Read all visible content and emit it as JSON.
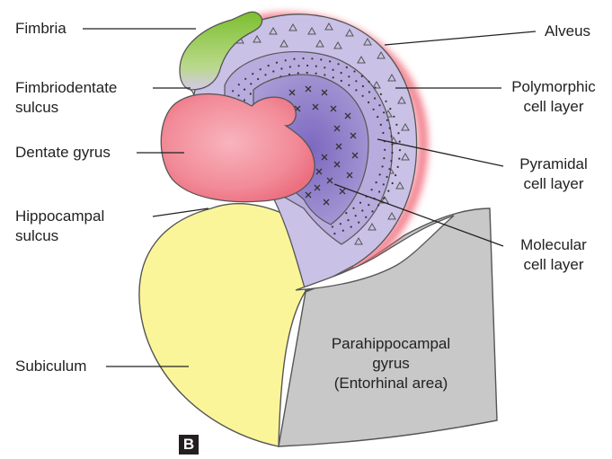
{
  "labels": {
    "fimbria": "Fimbria",
    "fimbriodentate_1": "Fimbriodentate",
    "fimbriodentate_2": "sulcus",
    "dentate_gyrus": "Dentate gyrus",
    "hippocampal_1": "Hippocampal",
    "hippocampal_2": "sulcus",
    "subiculum": "Subiculum",
    "alveus": "Alveus",
    "polymorphic_1": "Polymorphic",
    "polymorphic_2": "cell layer",
    "pyramidal_1": "Pyramidal",
    "pyramidal_2": "cell layer",
    "molecular_1": "Molecular",
    "molecular_2": "cell layer",
    "parahippocampal_1": "Parahippocampal",
    "parahippocampal_2": "gyrus",
    "parahippocampal_3": "(Entorhinal area)"
  },
  "panel_letter": "B",
  "colors": {
    "fimbria_green": "#8cc63f",
    "layer_lavender": "#c9c1e6",
    "layer_mid": "#a99bd6",
    "layer_deep": "#8e7cc8",
    "alveus_pink": "#f06a7a",
    "dentate_pink": "#f28b98",
    "subiculum_yellow": "#fbf59a",
    "parahippocampal_gray": "#c8c8c8"
  }
}
